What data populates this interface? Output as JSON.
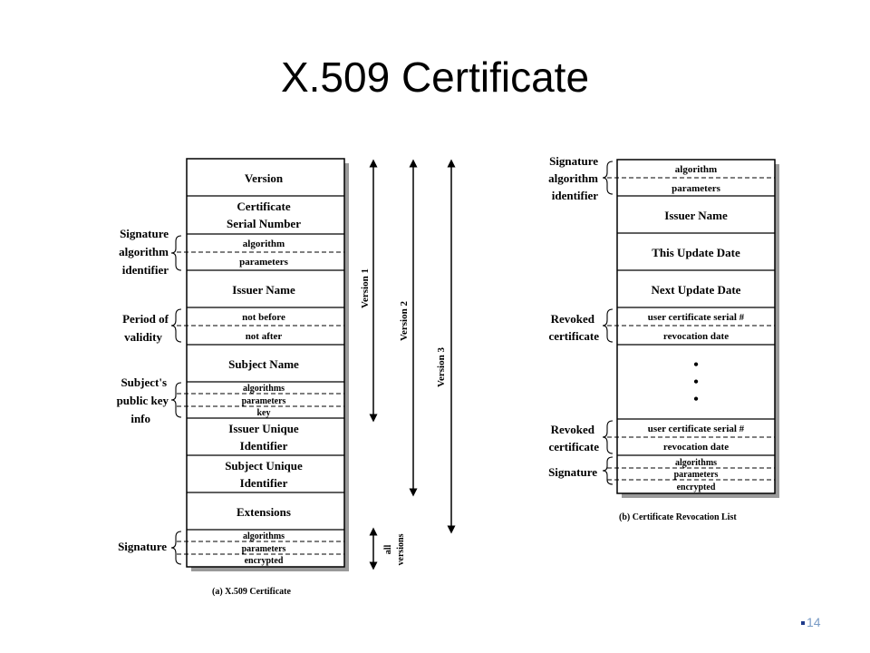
{
  "title": "X.509 Certificate",
  "page_number": "14",
  "cert": {
    "caption": "(a) X.509 Certificate",
    "fields": {
      "version": "Version",
      "serial_1": "Certificate",
      "serial_2": "Serial Number",
      "algorithm": "algorithm",
      "parameters": "parameters",
      "issuer_name": "Issuer Name",
      "not_before": "not before",
      "not_after": "not after",
      "subject_name": "Subject Name",
      "pk_algorithms": "algorithms",
      "pk_parameters": "parameters",
      "pk_key": "key",
      "issuer_uid_1": "Issuer Unique",
      "issuer_uid_2": "Identifier",
      "subject_uid_1": "Subject Unique",
      "subject_uid_2": "Identifier",
      "extensions": "Extensions",
      "sig_algorithms": "algorithms",
      "sig_parameters": "parameters",
      "sig_encrypted": "encrypted"
    },
    "labels": {
      "sig_alg_1": "Signature",
      "sig_alg_2": "algorithm",
      "sig_alg_3": "identifier",
      "validity_1": "Period of",
      "validity_2": "validity",
      "pubkey_1": "Subject's",
      "pubkey_2": "public key",
      "pubkey_3": "info",
      "signature": "Signature"
    },
    "versions": {
      "v1": "Version 1",
      "v2": "Version 2",
      "v3": "Version 3",
      "all_1": "all",
      "all_2": "versions"
    }
  },
  "crl": {
    "caption": "(b) Certificate Revocation List",
    "fields": {
      "algorithm": "algorithm",
      "parameters": "parameters",
      "issuer_name": "Issuer Name",
      "this_update": "This Update Date",
      "next_update": "Next Update Date",
      "user_serial_1": "user certificate serial #",
      "revocation_date_1": "revocation date",
      "ellipsis": "•",
      "user_serial_2": "user certificate serial #",
      "revocation_date_2": "revocation date",
      "sig_algorithms": "algorithms",
      "sig_parameters": "parameters",
      "sig_encrypted": "encrypted"
    },
    "labels": {
      "sig_alg_1": "Signature",
      "sig_alg_2": "algorithm",
      "sig_alg_3": "identifier",
      "revoked1_1": "Revoked",
      "revoked1_2": "certificate",
      "revoked2_1": "Revoked",
      "revoked2_2": "certificate",
      "signature": "Signature"
    }
  }
}
